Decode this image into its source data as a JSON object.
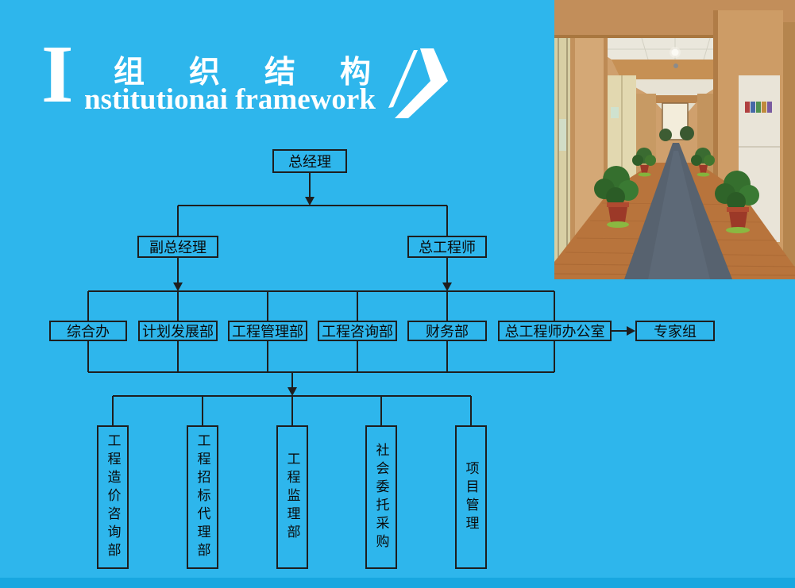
{
  "header": {
    "initial": "I",
    "title_cn": "组织结构",
    "subtitle_en": "nstitutionai framework",
    "chevron_icon": "double-chevron-right"
  },
  "org": {
    "root": "总经理",
    "l2": [
      "副总经理",
      "总工程师"
    ],
    "l3": [
      "综合办",
      "计划发展部",
      "工程管理部",
      "工程咨询部",
      "财务部",
      "总工程师办公室"
    ],
    "expert": "专家组",
    "l4": [
      "工程造价咨询部",
      "工程招标代理部",
      "工程监理部",
      "社会委托采购",
      "项目管理"
    ]
  },
  "photo": {
    "name": "office-hallway-photo"
  },
  "colors": {
    "background": "#2eb6ec",
    "bottom_band": "#18a7e0",
    "line": "#1e1e1e",
    "box_border": "#1e1e1e",
    "header_text": "#ffffff"
  }
}
